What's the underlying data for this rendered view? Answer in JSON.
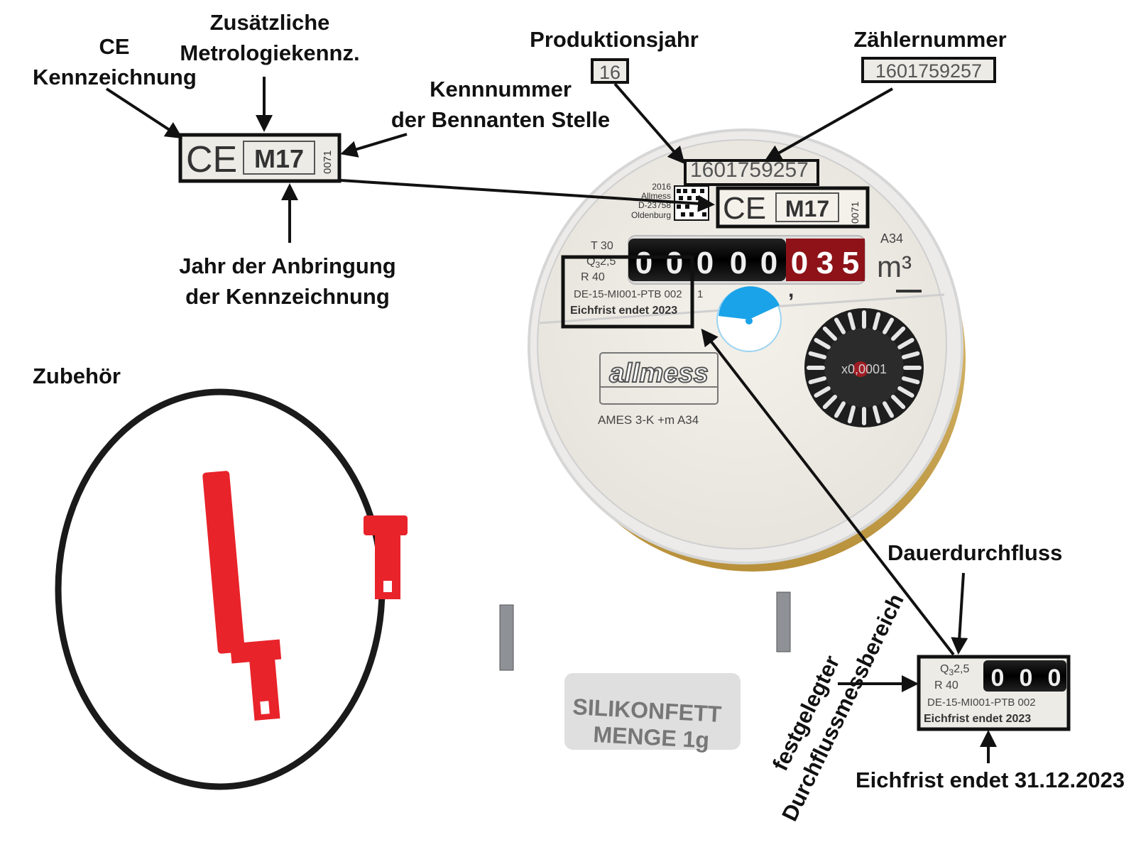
{
  "labels": {
    "ce_line1": "CE",
    "ce_line2": "Kennzeichnung",
    "metro_line1": "Zusätzliche",
    "metro_line2": "Metrologiekennz.",
    "notified_line1": "Kennnummer",
    "notified_line2": "der Bennanten Stelle",
    "year_line1": "Jahr der Anbringung",
    "year_line2": "der Kennzeichnung",
    "production_year": "Produktionsjahr",
    "meter_number": "Zählernummer",
    "accessories": "Zubehör",
    "permanent_flow": "Dauerdurchfluss",
    "range_line1": "festgelegter",
    "range_line2": "Durchflussmessbereich",
    "calibration_end": "Eichfrist endet 31.12.2023"
  },
  "inset_ce": {
    "ce_mark": "CE",
    "m_mark": "M17",
    "notified_id": "0071"
  },
  "production_box": {
    "value": "16"
  },
  "meter_number_box": {
    "value": "1601759257"
  },
  "meter": {
    "serial": "1601759257",
    "year": "2016",
    "maker_line": "Allmess",
    "address_line": "D-23758",
    "city_line": "Oldenburg",
    "ce_mark": "CE",
    "m_mark": "M17",
    "notified_id": "0071",
    "temp_class": "T 30",
    "flow_q3": "Q",
    "flow_q3_sub": "3",
    "flow_q3_value": "2,5",
    "ratio": "R 40",
    "approval": "DE-15-MI001-PTB 002",
    "approval_tail": "1",
    "calibration": "Eichfrist endet 2023",
    "model_code": "A34",
    "unit": "m³",
    "digits_black": [
      "0",
      "0",
      "0",
      "0",
      "0"
    ],
    "digits_red": [
      "0",
      "3",
      "5"
    ],
    "brand": "allmess",
    "model": "AMES 3-K +m A34",
    "dial_text": "x0,0001"
  },
  "detail_box": {
    "flow_q3": "Q",
    "flow_q3_sub": "3",
    "flow_q3_value": "2,5",
    "ratio": "R 40",
    "approval": "DE-15-MI001-PTB 002",
    "calibration": "Eichfrist endet 2023",
    "digits": [
      "0",
      "0",
      "0"
    ]
  },
  "accessory_items": {
    "packet_line1": "SILIKONFETT",
    "packet_line2": "MENGE 1g"
  },
  "colors": {
    "ink": "#111111",
    "red_plastic": "#e8232a",
    "water_blue": "#1aa3e8",
    "meter_face": "#f2efe8",
    "counter_red": "#8e1218"
  }
}
